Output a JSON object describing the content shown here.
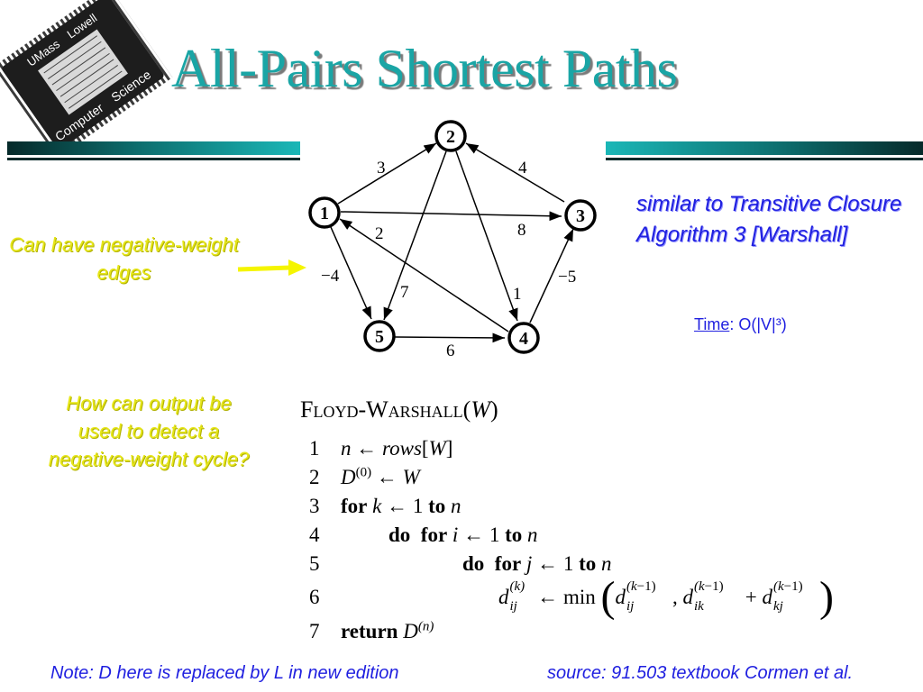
{
  "logo": {
    "top_text": "UMass",
    "top_text_right": "Lowell",
    "bottom_text_left": "Computer",
    "bottom_text_right": "Science"
  },
  "title": "All-Pairs Shortest Paths",
  "graph": {
    "nodes": [
      "1",
      "2",
      "3",
      "4",
      "5"
    ],
    "edge_weights": {
      "e12": "3",
      "e32": "4",
      "e13": "8",
      "e41": "2",
      "e15": "−4",
      "e25": "7",
      "e24": "1",
      "e43": "−5",
      "e54": "6"
    }
  },
  "notes": {
    "negative_edges": "Can  have negative-weight edges",
    "detect_cycle": "How can output be used to detect a negative-weight cycle?",
    "similar": "similar to Transitive Closure Algorithm 3 [Warshall]",
    "time_label": "Time",
    "time_value": ":  O(|V|³)"
  },
  "algorithm": {
    "name": "Floyd-Warshall",
    "arg": "W",
    "lines": [
      "1",
      "2",
      "3",
      "4",
      "5",
      "6",
      "7"
    ]
  },
  "footer": {
    "left": "Note: D here is replaced by L in new edition",
    "right": "source: 91.503 textbook Cormen et al."
  },
  "colors": {
    "title": "#1aa5a5",
    "yellow_note": "#e6e619",
    "blue_note": "#2020e0"
  }
}
